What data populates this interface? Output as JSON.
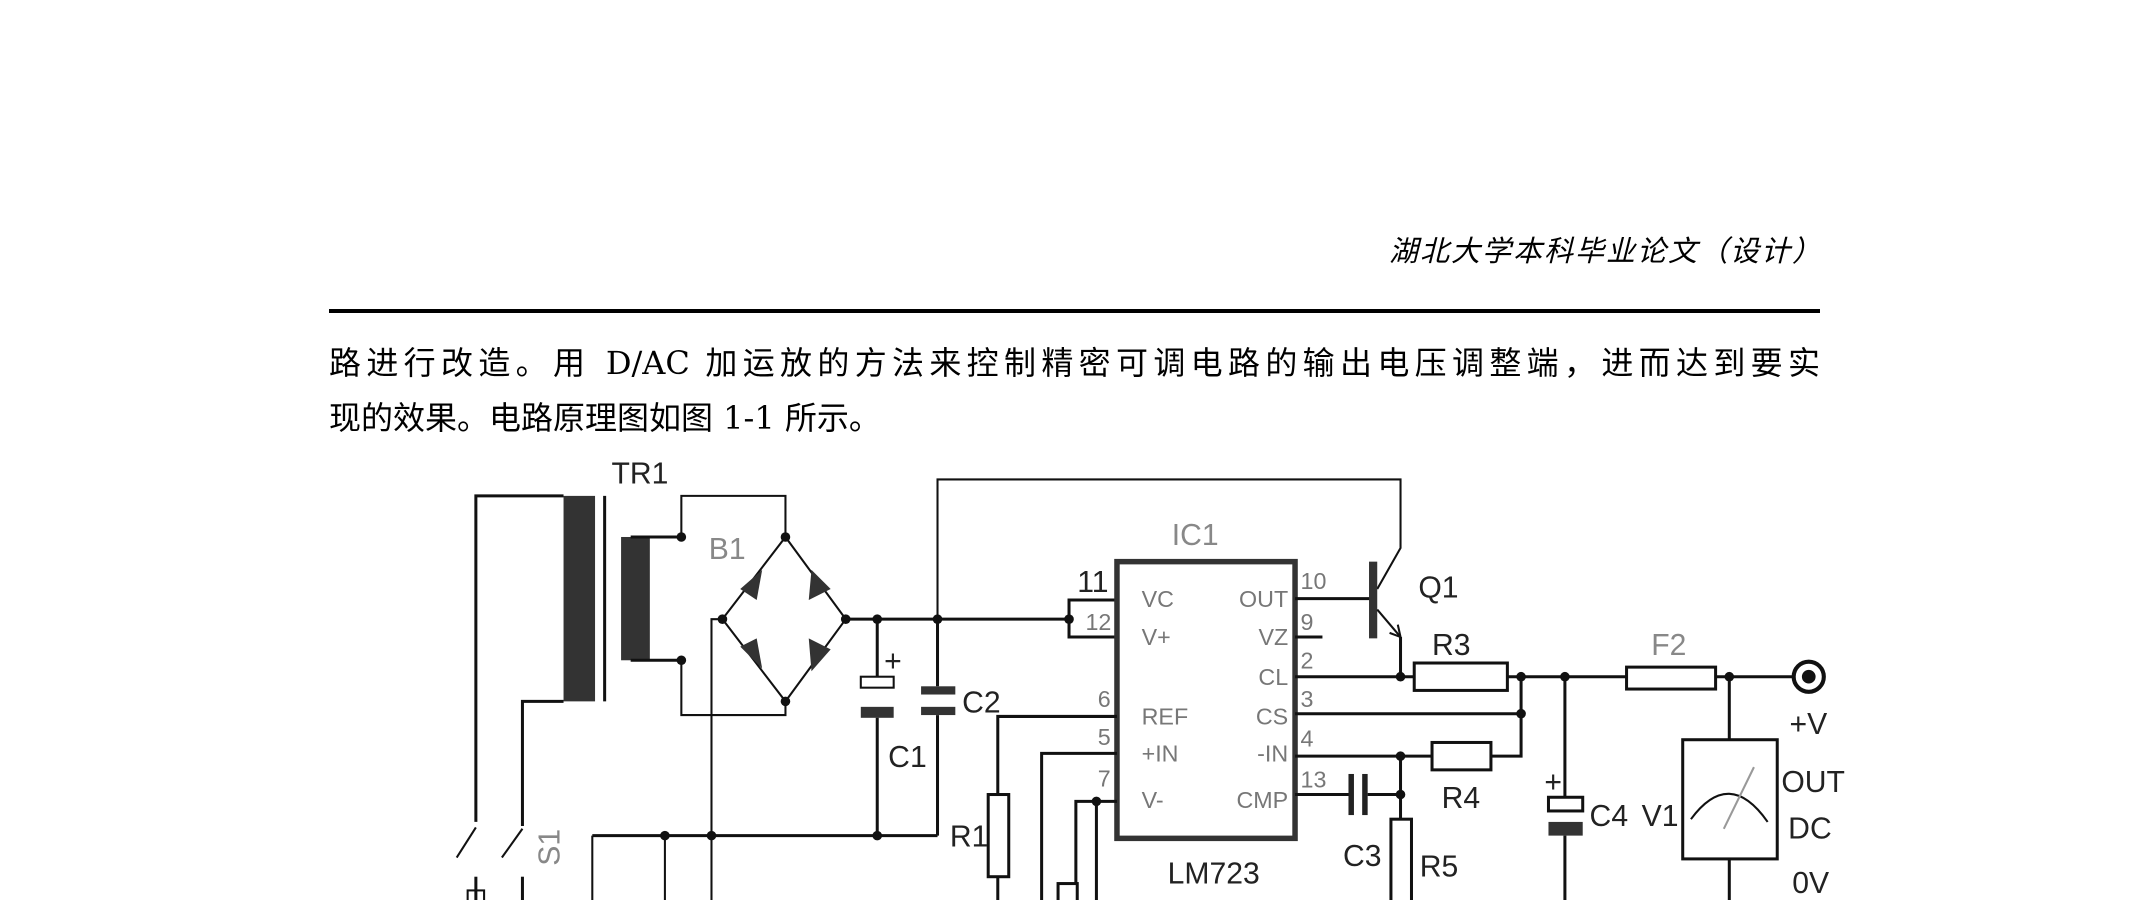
{
  "header": {
    "title": "湖北大学本科毕业论文（设计）"
  },
  "body": {
    "line1": "路进行改造。用 D/AC 加运放的方法来控制精密可调电路的输出电压调整端，进而达到要实",
    "line2": "现的效果。电路原理图如图 1-1 所示。"
  },
  "circuit": {
    "tr1": "TR1",
    "b1": "B1",
    "s1": "S1",
    "c1": "C1",
    "c2": "C2",
    "c3": "C3",
    "c4": "C4",
    "r1": "R1",
    "r3": "R3",
    "r4": "R4",
    "r5": "R5",
    "f2": "F2",
    "q1": "Q1",
    "v1": "V1",
    "ic1": "IC1",
    "lm723": "LM723",
    "plus": "+",
    "pins_left": [
      "11",
      "12",
      "6",
      "5",
      "7"
    ],
    "pins_right": [
      "10",
      "9",
      "2",
      "3",
      "4",
      "13"
    ],
    "pin_names_left": [
      "VC",
      "V+",
      "REF",
      "+IN",
      "V-"
    ],
    "pin_names_right": [
      "OUT",
      "VZ",
      "CL",
      "CS",
      "-IN",
      "CMP"
    ],
    "out_plus": "+V",
    "out": "OUT",
    "dc": "DC",
    "zero": "0V"
  }
}
